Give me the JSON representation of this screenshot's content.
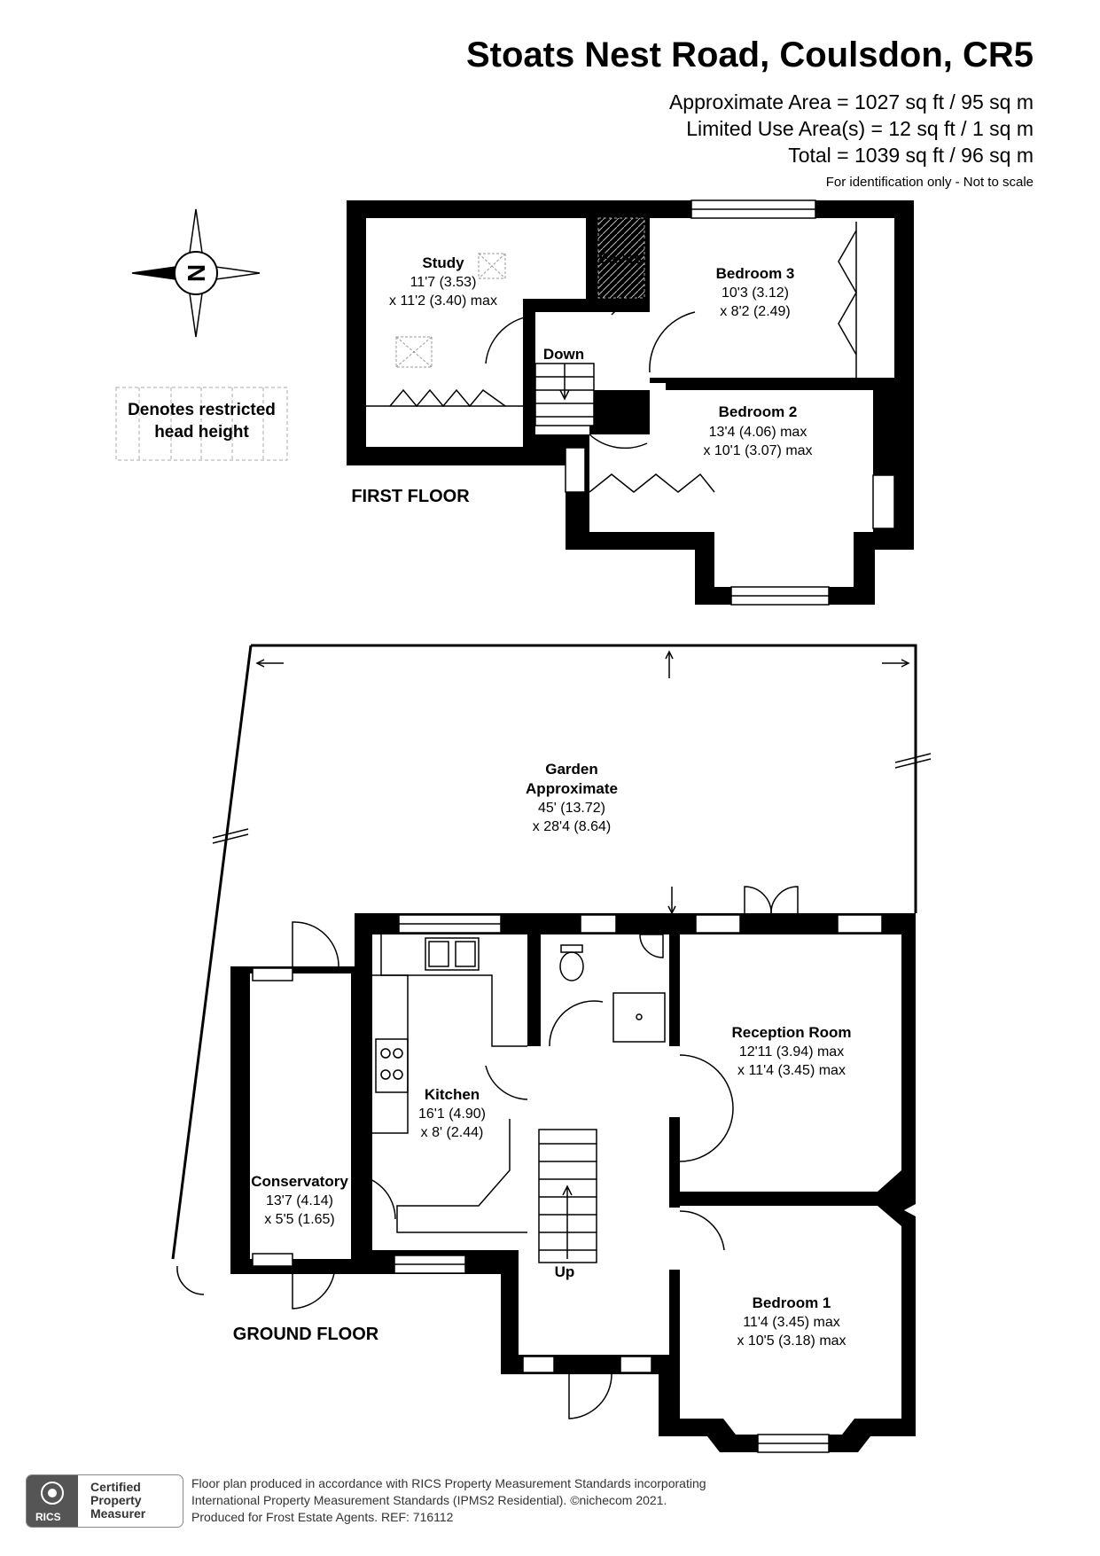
{
  "header": {
    "title": "Stoats Nest Road, Coulsdon, CR5",
    "approx_area": "Approximate Area = 1027 sq ft / 95 sq m",
    "limited_use": "Limited Use Area(s) = 12 sq ft / 1 sq m",
    "total": "Total = 1039 sq ft / 96 sq m",
    "note": "For identification only - Not to scale"
  },
  "compass": {
    "label": "N",
    "icon": "compass-icon"
  },
  "legend": {
    "line1": "Denotes restricted",
    "line2": "head height"
  },
  "first_floor": {
    "label": "FIRST FLOOR",
    "study": {
      "name": "Study",
      "dim1": "11'7 (3.53)",
      "dim2": "x 11'2 (3.40) max"
    },
    "eaves": "Eaves",
    "bedroom3": {
      "name": "Bedroom 3",
      "dim1": "10'3 (3.12)",
      "dim2": "x 8'2 (2.49)"
    },
    "bedroom2": {
      "name": "Bedroom 2",
      "dim1": "13'4 (4.06) max",
      "dim2": "x 10'1 (3.07) max"
    },
    "stairs": "Down"
  },
  "garden": {
    "name": "Garden",
    "line2": "Approximate",
    "dim1": "45' (13.72)",
    "dim2": "x 28'4 (8.64)"
  },
  "ground_floor": {
    "label": "GROUND FLOOR",
    "kitchen": {
      "name": "Kitchen",
      "dim1": "16'1 (4.90)",
      "dim2": "x 8' (2.44)"
    },
    "conservatory": {
      "name": "Conservatory",
      "dim1": "13'7 (4.14)",
      "dim2": "x 5'5 (1.65)"
    },
    "reception": {
      "name": "Reception Room",
      "dim1": "12'11 (3.94) max",
      "dim2": "x 11'4 (3.45) max"
    },
    "bedroom1": {
      "name": "Bedroom 1",
      "dim1": "11'4 (3.45) max",
      "dim2": "x 10'5 (3.18) max"
    },
    "stairs": "Up"
  },
  "footer": {
    "badge_brand": "RICS",
    "badge_l1": "Certified",
    "badge_l2": "Property",
    "badge_l3": "Measurer",
    "line1": "Floor plan produced in accordance with RICS Property Measurement Standards incorporating",
    "line2": "International Property Measurement Standards (IPMS2 Residential).   ©nichecom 2021.",
    "line3": "Produced for Frost Estate Agents.   REF:  716112"
  }
}
